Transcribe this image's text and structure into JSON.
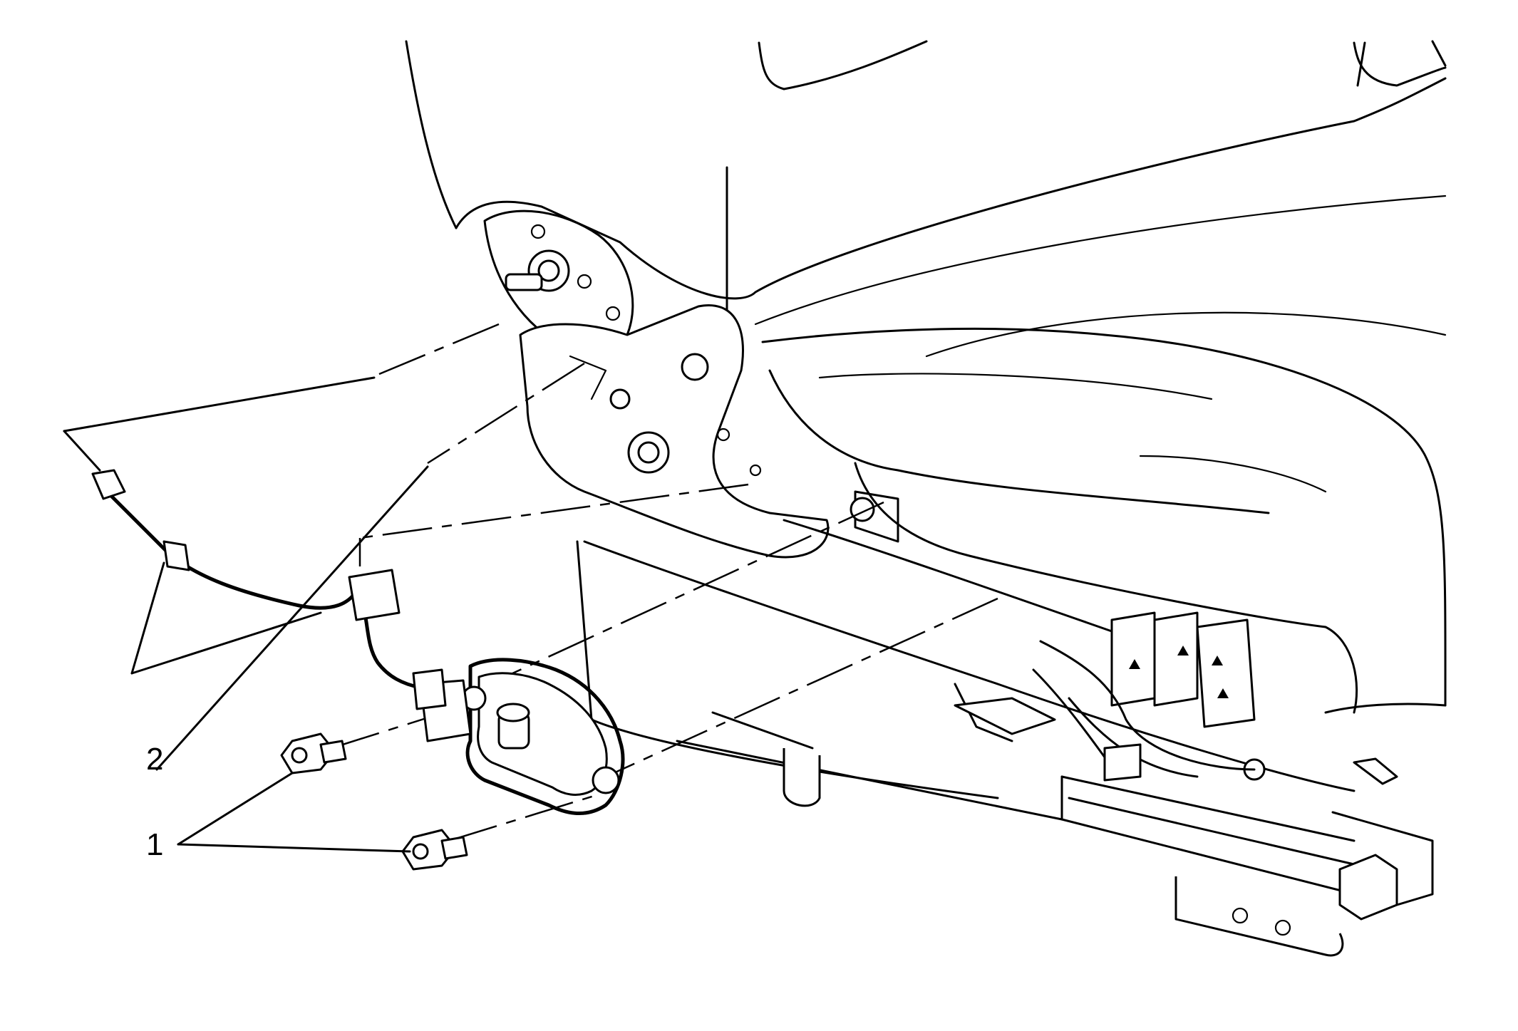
{
  "callouts": {
    "one": "1",
    "two": "2"
  },
  "parts": [
    {
      "id": "seat-cushion",
      "icon": "seat-cushion-outline"
    },
    {
      "id": "seat-back",
      "icon": "seat-back-outline"
    },
    {
      "id": "recliner-mechanism",
      "icon": "recliner-pivot"
    },
    {
      "id": "seat-position-sensor",
      "icon": "position-sensor"
    },
    {
      "id": "wiring-harness",
      "icon": "harness-connector"
    },
    {
      "id": "fasteners",
      "icon": "screw"
    },
    {
      "id": "seat-track",
      "icon": "seat-rail"
    },
    {
      "id": "seat-switch-module",
      "icon": "switch-module"
    }
  ]
}
